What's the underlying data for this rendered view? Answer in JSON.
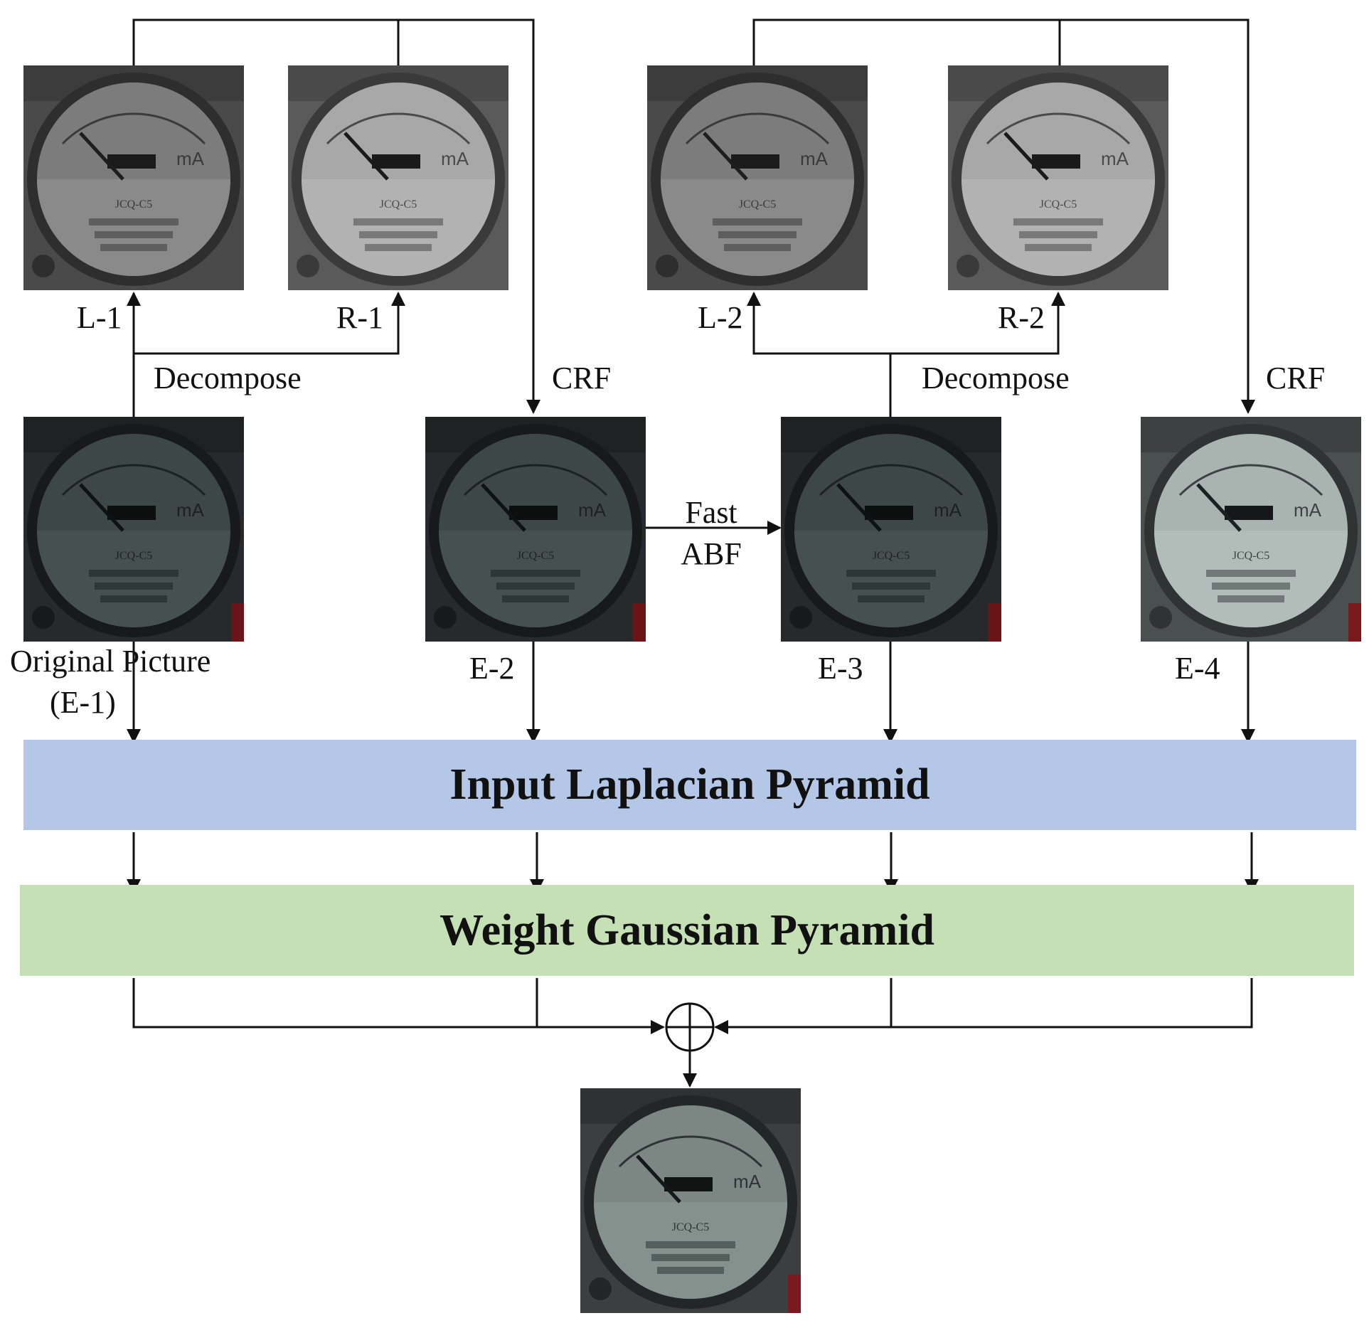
{
  "colors": {
    "laplacian_band": "#b4c7e7",
    "gaussian_band": "#c5e0b4",
    "line": "#111111"
  },
  "labels": {
    "l1": "L-1",
    "r1": "R-1",
    "l2": "L-2",
    "r2": "R-2",
    "decompose_left": "Decompose",
    "decompose_right": "Decompose",
    "crf_left": "CRF",
    "crf_right": "CRF",
    "fast_abf_line1": "Fast",
    "fast_abf_line2": "ABF",
    "original_line1": "Original Picture",
    "original_line2": "(E-1)",
    "e2": "E-2",
    "e3": "E-3",
    "e4": "E-4"
  },
  "bands": {
    "laplacian": "Input Laplacian Pyramid",
    "gaussian": "Weight Gaussian Pyramid"
  },
  "gauge": {
    "unit": "mA",
    "model": "JCQ-C5"
  },
  "images": [
    {
      "id": "L-1",
      "exposure": "gray-low"
    },
    {
      "id": "R-1",
      "exposure": "gray-bright"
    },
    {
      "id": "L-2",
      "exposure": "gray-low"
    },
    {
      "id": "R-2",
      "exposure": "gray-bright"
    },
    {
      "id": "E-1",
      "exposure": "dark"
    },
    {
      "id": "E-2",
      "exposure": "dark"
    },
    {
      "id": "E-3",
      "exposure": "dark"
    },
    {
      "id": "E-4",
      "exposure": "bright"
    },
    {
      "id": "fused",
      "exposure": "medium"
    }
  ]
}
